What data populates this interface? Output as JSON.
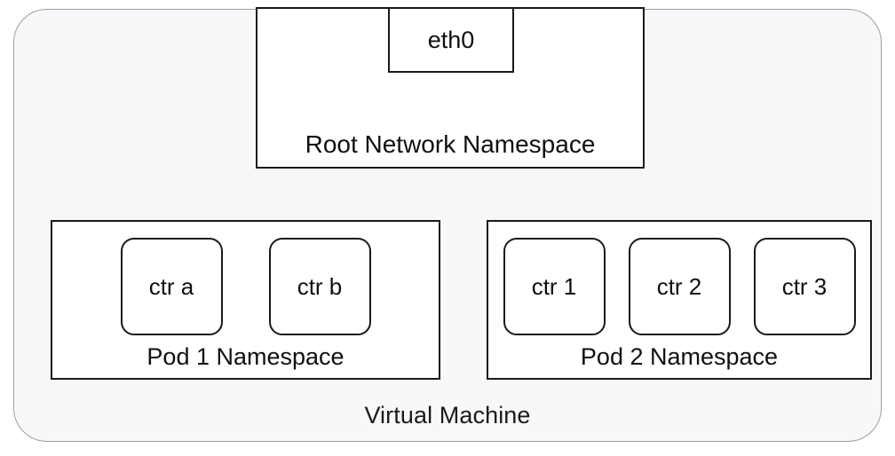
{
  "diagram": {
    "vm": {
      "label": "Virtual Machine"
    },
    "root_namespace": {
      "label": "Root Network Namespace",
      "interface": {
        "label": "eth0"
      }
    },
    "pods": [
      {
        "label": "Pod 1 Namespace",
        "containers": [
          {
            "label": "ctr a"
          },
          {
            "label": "ctr b"
          }
        ]
      },
      {
        "label": "Pod 2 Namespace",
        "containers": [
          {
            "label": "ctr 1"
          },
          {
            "label": "ctr 2"
          },
          {
            "label": "ctr 3"
          }
        ]
      }
    ],
    "colors": {
      "vm_background": "#f7f8fa",
      "vm_border": "#9b9ea3",
      "box_background": "#ffffff",
      "box_border": "#1a1a1a",
      "text": "#101010",
      "page_background": "#ffffff"
    }
  }
}
